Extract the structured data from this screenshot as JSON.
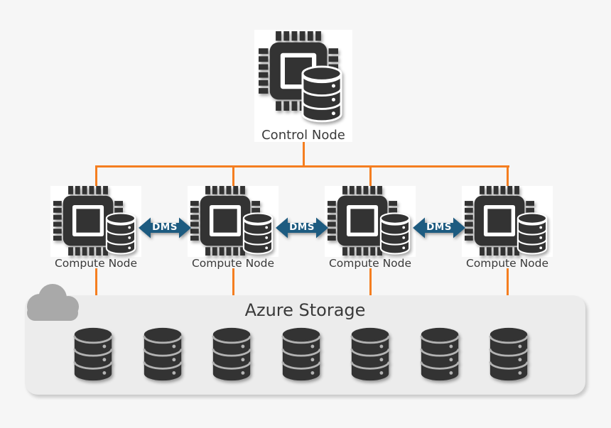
{
  "diagram": {
    "control_node": {
      "label": "Control Node"
    },
    "compute_nodes": [
      {
        "label": "Compute Node"
      },
      {
        "label": "Compute Node"
      },
      {
        "label": "Compute Node"
      },
      {
        "label": "Compute Node"
      }
    ],
    "dms_links": [
      {
        "label": "DMS"
      },
      {
        "label": "DMS"
      },
      {
        "label": "DMS"
      }
    ],
    "storage": {
      "label": "Azure Storage",
      "disk_count": 7
    }
  },
  "colors": {
    "background": "#F6F6F6",
    "dark": "#333333",
    "orange": "#F57E20",
    "blue": "#1D5B80",
    "storage_box": "#ECECEC",
    "node_background": "#FFFFFF",
    "cloud": "#A9A9A9",
    "separator_light": "#B3B3B3"
  }
}
